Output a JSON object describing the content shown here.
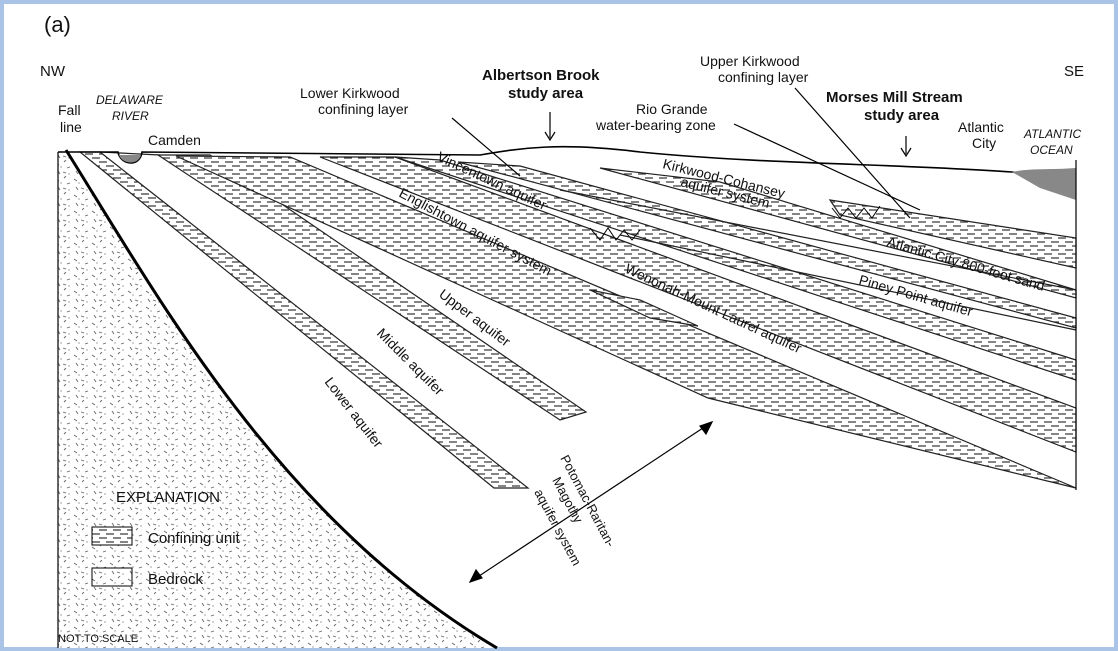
{
  "panel_label": "(a)",
  "direction": {
    "left": "NW",
    "right": "SE"
  },
  "top_labels": {
    "fall_line": [
      "Fall",
      "line"
    ],
    "delaware_river": [
      "DELAWARE",
      "RIVER"
    ],
    "camden": "Camden",
    "lower_kirkwood": [
      "Lower Kirkwood",
      "confining layer"
    ],
    "albertson_brook": [
      "Albertson Brook",
      "study area"
    ],
    "upper_kirkwood": [
      "Upper Kirkwood",
      "confining layer"
    ],
    "rio_grande": [
      "Rio Grande",
      "water-bearing zone"
    ],
    "morses_mill": [
      "Morses Mill Stream",
      "study area"
    ],
    "atlantic_city": [
      "Atlantic",
      "City"
    ],
    "atlantic_ocean": [
      "ATLANTIC",
      "OCEAN"
    ]
  },
  "unit_labels": {
    "vincentown": "Vincentown aquifer",
    "kirkwood_cohansey": [
      "Kirkwood-Cohansey",
      "aquifer system"
    ],
    "englishtown": "Englishtown aquifer system",
    "wenonah": "Wenonah-Mount Laurel aquifer",
    "atlantic_800": "Atlantic City 800-foot sand",
    "piney_point": "Piney Point aquifer",
    "upper": "Upper aquifer",
    "middle": "Middle aquifer",
    "lower": "Lower aquifer",
    "pram": [
      "Potomac-Raritan-",
      "Magothy",
      "aquifer system"
    ]
  },
  "explanation": {
    "title": "EXPLANATION",
    "confining": "Confining unit",
    "bedrock": "Bedrock"
  },
  "note": "NOT TO SCALE"
}
